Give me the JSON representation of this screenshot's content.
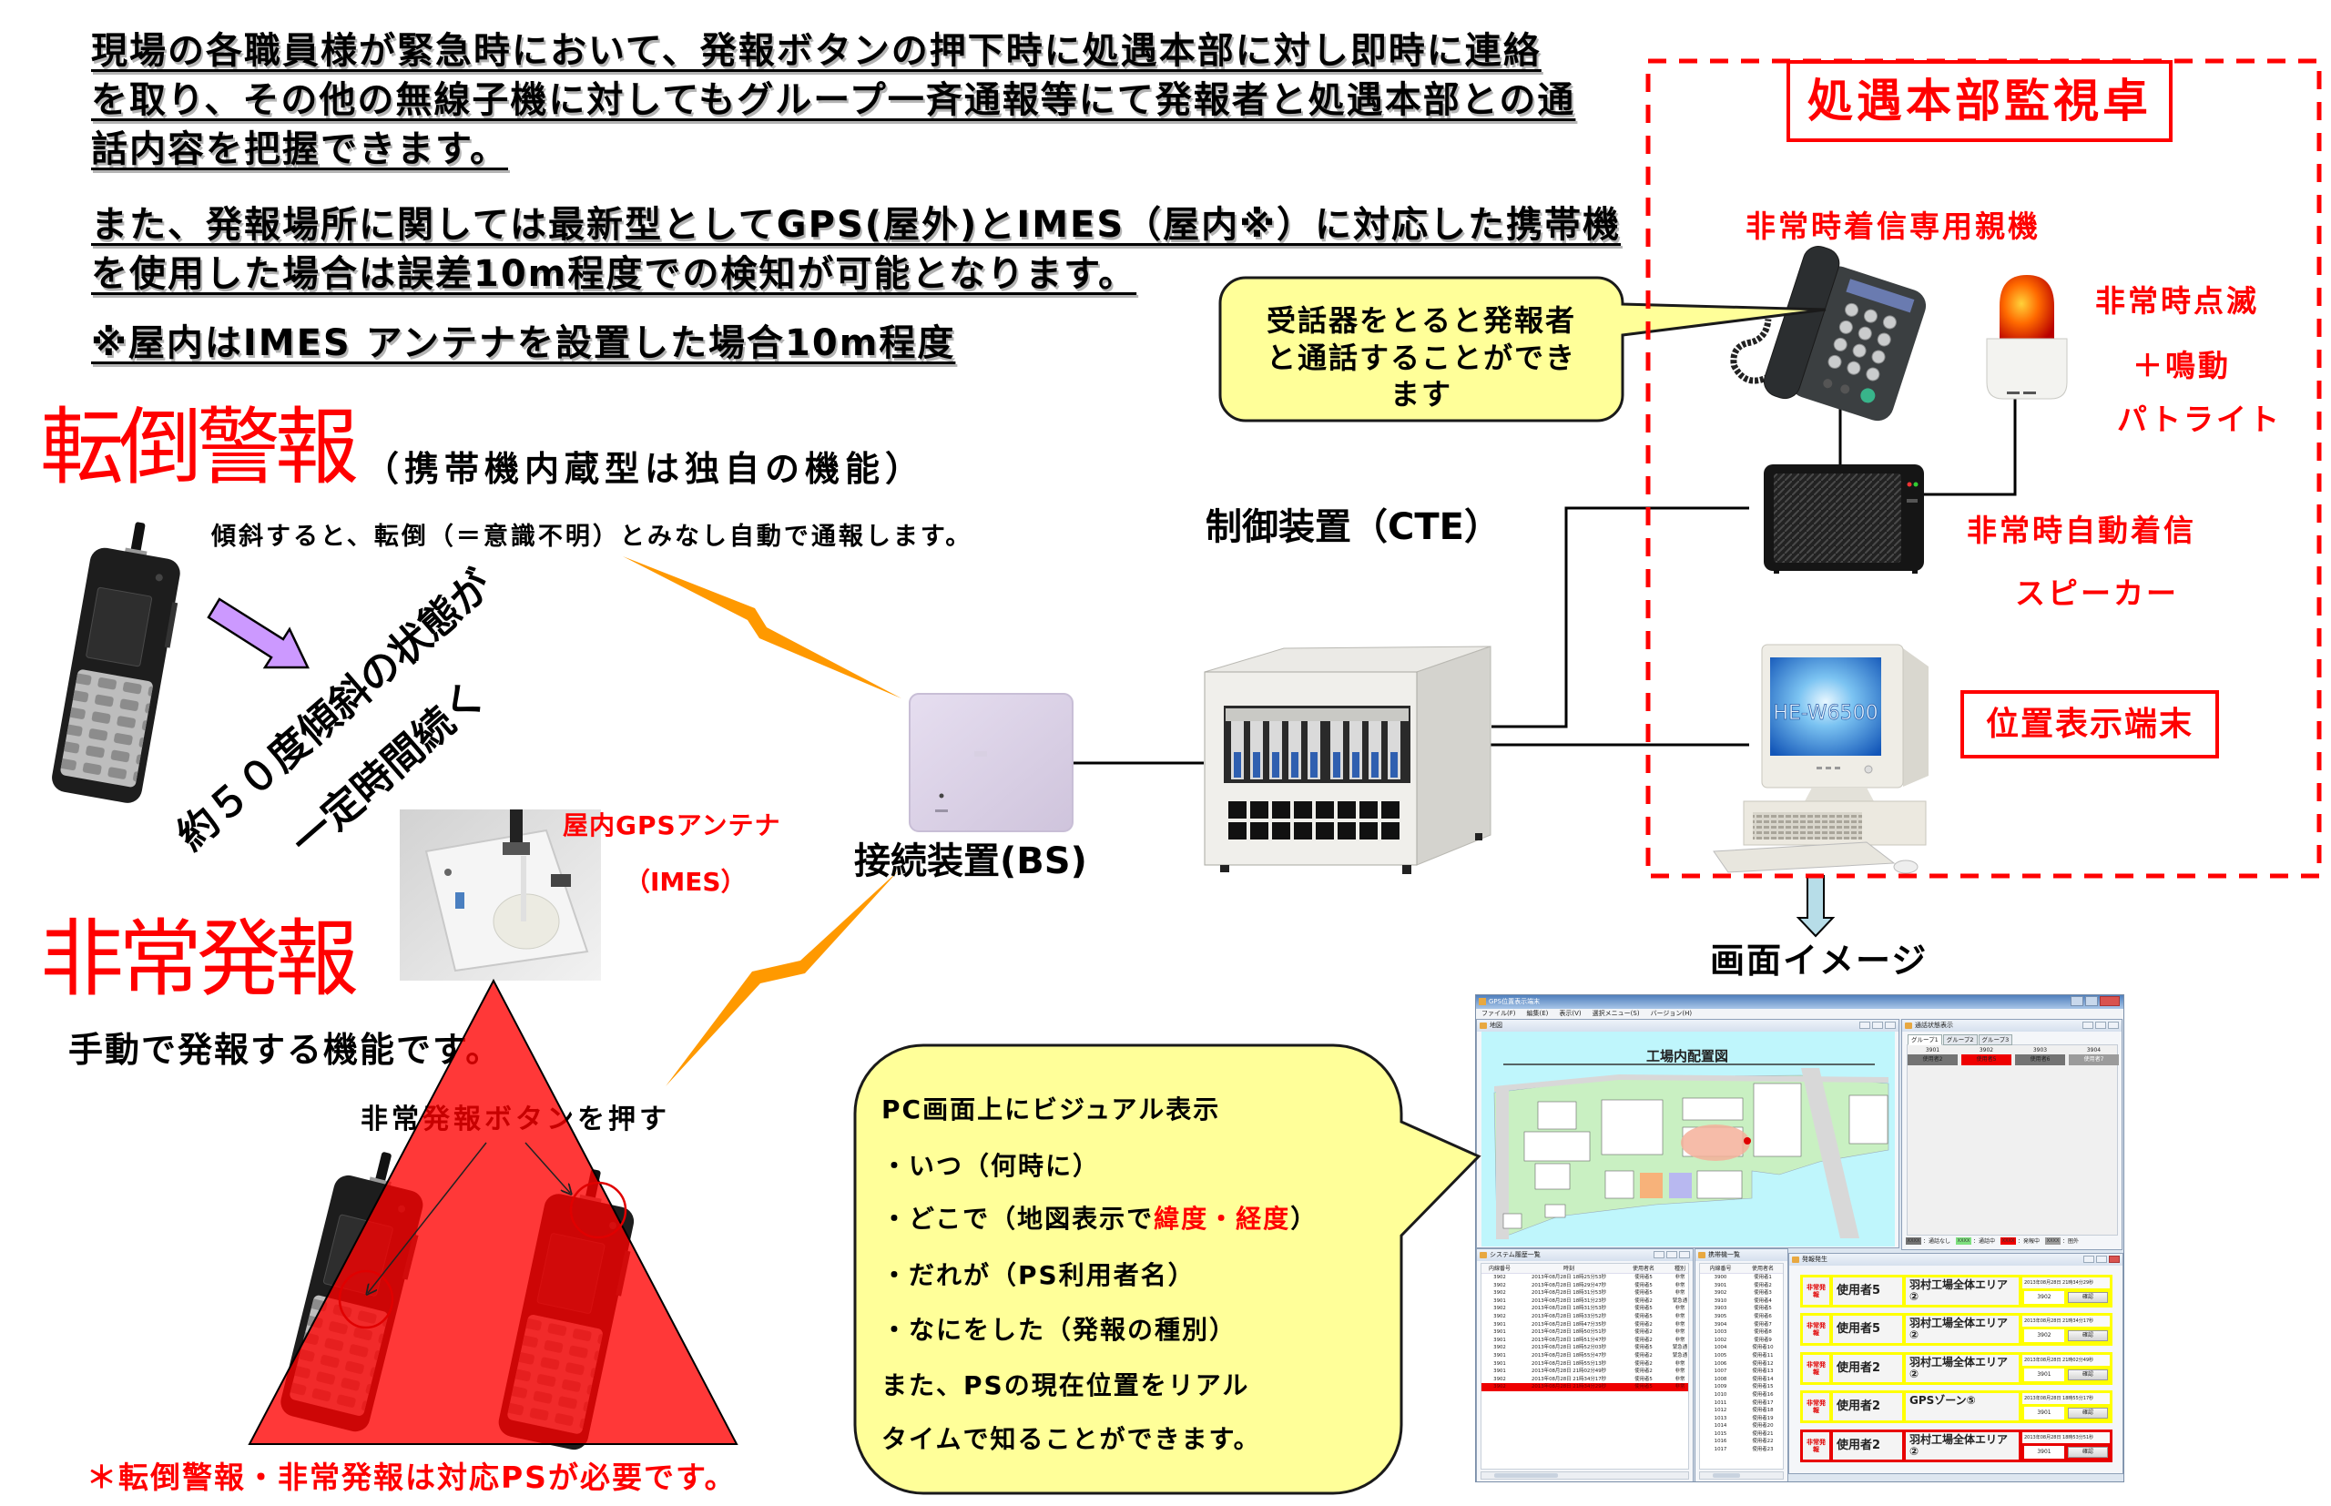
{
  "colors": {
    "accent_red": "#ff0000",
    "bubble_yellow": "#ffff99",
    "signal_orange": "#ff9900",
    "arrow_purple": "#cc99ff",
    "arrow_blue": "#b7dde8"
  },
  "intro": {
    "paragraph1": [
      "現場の各職員様が緊急時において、発報ボタンの押下時に処遇本部に対し即時に連絡",
      "を取り、その他の無線子機に対してもグループ一斉通報等にて発報者と処遇本部との通",
      "話内容を把握できます。"
    ],
    "paragraph2": [
      "また、発報場所に関しては最新型としてGPS(屋外)とIMES（屋内※）に対応した携帯機",
      "を使用した場合は誤差10m程度での検知が可能となります。"
    ],
    "note": "※屋内はIMES アンテナを設置した場合10m程度"
  },
  "fall_alarm": {
    "title": "転倒警報",
    "subtitle": "（携帯機内蔵型は独自の機能）",
    "description": "傾斜すると、転倒（＝意識不明）とみなし自動で通報します。",
    "condition": [
      "約５０度傾斜の状態が",
      "一定時間続く"
    ]
  },
  "indoor_antenna": {
    "label": "屋内GPSアンテナ",
    "sublabel": "（IMES）"
  },
  "emergency_alarm": {
    "title": "非常発報",
    "description": "手動で発報する機能です。",
    "instruction": "非常発報ボタンを押す"
  },
  "footnote": "＊転倒警報・非常発報は対応PSが必要です。",
  "network": {
    "bs_label": "接続装置(BS)",
    "cte_label": "制御装置（CTE）"
  },
  "handset_bubble": {
    "lines": [
      "受話器をとると発報者",
      "と通話することができ",
      "ます"
    ]
  },
  "monitoring_desk": {
    "title": "処遇本部監視卓",
    "phone_label": "非常時着信専用親機",
    "patlite_label": [
      "非常時点滅",
      "＋鳴動",
      "パトライト"
    ],
    "speaker_label": [
      "非常時自動着信",
      "スピーカー"
    ],
    "terminal_label": "位置表示端末",
    "monitor_text": "HE-W6500"
  },
  "pc_bubble": {
    "heading": "PC画面上にビジュアル表示",
    "when": "・いつ（何時に）",
    "where_prefix": "・どこで（地図表示で",
    "where_highlight": "緯度・経度",
    "where_suffix": "）",
    "who": "・だれが（PS利用者名）",
    "what": "・なにをした（発報の種別）",
    "realtime": [
      "また、PSの現在位置をリアル",
      "タイムで知ることができます。"
    ]
  },
  "screen_image": {
    "label": "画面イメージ",
    "app": {
      "title": "GPS位置表示端末",
      "menu": [
        "ファイル(F)",
        "編集(E)",
        "表示(V)",
        "選択メニュー(S)",
        "バージョン(H)"
      ],
      "map_panel": {
        "title": "地図",
        "map_title": "工場内配置図"
      },
      "status_panel": {
        "title": "通話状態表示",
        "tabs": [
          "グループ1",
          "グループ2",
          "グループ3"
        ],
        "active_tab": 0,
        "extensions": [
          {
            "number": "3901",
            "user": "使用者2",
            "state": "idle"
          },
          {
            "number": "3902",
            "user": "使用者5",
            "state": "alarm"
          },
          {
            "number": "3903",
            "user": "使用者6",
            "state": "idle"
          },
          {
            "number": "3904",
            "user": "使用者7",
            "state": "out_of_range"
          }
        ],
        "legend": [
          {
            "sample": "XXXX",
            "label": "：通話なし",
            "color": "#737373"
          },
          {
            "sample": "XXXX",
            "label": "：通話中",
            "color": "#7ee07e"
          },
          {
            "sample": "XXXX",
            "label": "：発報中",
            "color": "#ee0000"
          },
          {
            "sample": "XXXX",
            "label": "：圏外",
            "color": "#9b9b9b"
          }
        ]
      },
      "history_panel": {
        "title": "システム履歴一覧",
        "columns": [
          "内線番号",
          "時刻",
          "使用者名",
          "種別"
        ],
        "selected_row": 14,
        "rows": [
          [
            "3902",
            "2013年08月28日 18時25分53秒",
            "使用者5",
            "非常"
          ],
          [
            "3902",
            "2013年08月28日 18時29分47秒",
            "使用者5",
            "非常"
          ],
          [
            "3902",
            "2013年08月28日 18時31分53秒",
            "使用者5",
            "非常"
          ],
          [
            "3901",
            "2013年08月28日 18時31分23秒",
            "使用者2",
            "緊急通"
          ],
          [
            "3902",
            "2013年08月28日 18時31分53秒",
            "使用者5",
            "非常"
          ],
          [
            "3902",
            "2013年08月28日 18時33分52秒",
            "使用者5",
            "非常"
          ],
          [
            "3901",
            "2013年08月28日 18時47分35秒",
            "使用者2",
            "非常"
          ],
          [
            "3901",
            "2013年08月28日 18時50分51秒",
            "使用者2",
            "非常"
          ],
          [
            "3901",
            "2013年08月28日 18時51分47秒",
            "使用者2",
            "非常"
          ],
          [
            "3902",
            "2013年08月28日 18時52分03秒",
            "使用者5",
            "緊急通"
          ],
          [
            "3901",
            "2013年08月28日 18時55分47秒",
            "使用者2",
            "緊急通"
          ],
          [
            "3901",
            "2013年08月28日 18時55分13秒",
            "使用者2",
            "非常"
          ],
          [
            "3901",
            "2013年08月28日 21時02分49秒",
            "使用者2",
            "非常"
          ],
          [
            "3902",
            "2013年08月28日 21時34分17秒",
            "使用者5",
            "非常"
          ],
          [
            "3902",
            "2013年08月28日 21時34分29秒",
            "使用者5",
            "非常"
          ]
        ]
      },
      "handset_panel": {
        "title": "携帯機一覧",
        "columns": [
          "内線番号",
          "使用者名"
        ],
        "rows": [
          [
            "3900",
            "使用者1"
          ],
          [
            "3901",
            "使用者2"
          ],
          [
            "3902",
            "使用者3"
          ],
          [
            "3910",
            "使用者4"
          ],
          [
            "3903",
            "使用者5"
          ],
          [
            "3905",
            "使用者6"
          ],
          [
            "3904",
            "使用者7"
          ],
          [
            "1003",
            "使用者8"
          ],
          [
            "1002",
            "使用者9"
          ],
          [
            "1004",
            "使用者10"
          ],
          [
            "1005",
            "使用者11"
          ],
          [
            "1006",
            "使用者12"
          ],
          [
            "1007",
            "使用者13"
          ],
          [
            "1008",
            "使用者14"
          ],
          [
            "1009",
            "使用者15"
          ],
          [
            "1010",
            "使用者16"
          ],
          [
            "1011",
            "使用者17"
          ],
          [
            "1012",
            "使用者18"
          ],
          [
            "1013",
            "使用者19"
          ],
          [
            "1014",
            "使用者20"
          ],
          [
            "1015",
            "使用者21"
          ],
          [
            "1016",
            "使用者22"
          ],
          [
            "1017",
            "使用者23"
          ]
        ]
      },
      "alert_panel": {
        "title": "発報発生",
        "rows": [
          {
            "type": "非常発報",
            "user": "使用者5",
            "area": "羽村工場全体エリア②",
            "time": "2013年08月28日 21時34分29秒",
            "extension": "3902",
            "confirm": "確認",
            "latest": false
          },
          {
            "type": "非常発報",
            "user": "使用者5",
            "area": "羽村工場全体エリア②",
            "time": "2013年08月28日 21時34分17秒",
            "extension": "3902",
            "confirm": "確認",
            "latest": false
          },
          {
            "type": "非常発報",
            "user": "使用者2",
            "area": "羽村工場全体エリア②",
            "time": "2013年08月28日 21時02分49秒",
            "extension": "3901",
            "confirm": "確認",
            "latest": false
          },
          {
            "type": "非常発報",
            "user": "使用者2",
            "area": "GPSゾーン⑤",
            "time": "2013年08月28日 18時55分17秒",
            "extension": "3901",
            "confirm": "確認",
            "latest": false
          },
          {
            "type": "非常発報",
            "user": "使用者2",
            "area": "羽村工場全体エリア②",
            "time": "2013年08月28日 18時53分51秒",
            "extension": "3901",
            "confirm": "確認",
            "latest": true
          }
        ]
      }
    }
  }
}
